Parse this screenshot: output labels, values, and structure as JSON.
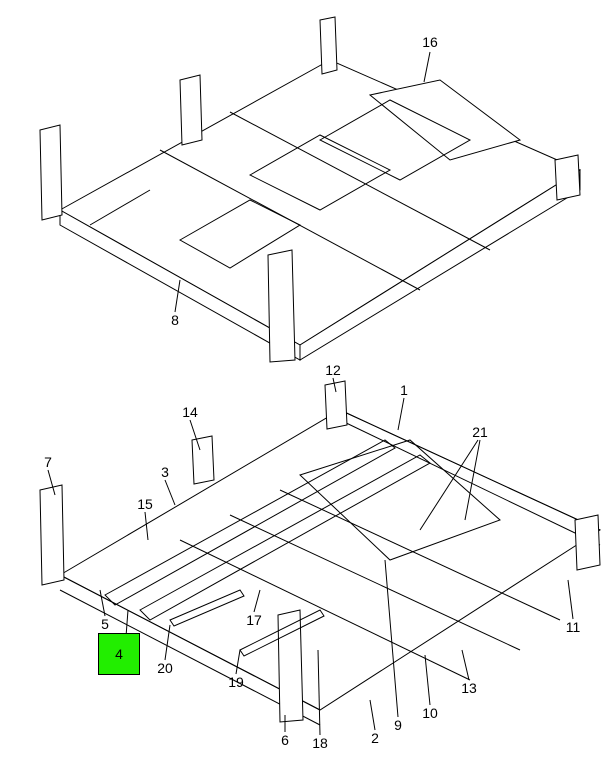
{
  "highlight_color": "#22ee00",
  "callouts": {
    "c16": "16",
    "c8": "8",
    "c12": "12",
    "c1": "1",
    "c14": "14",
    "c21": "21",
    "c7": "7",
    "c3": "3",
    "c15": "15",
    "c5": "5",
    "c4": "4",
    "c17": "17",
    "c20": "20",
    "c19": "19",
    "c6": "6",
    "c18": "18",
    "c2": "2",
    "c9": "9",
    "c10": "10",
    "c13": "13",
    "c11": "11"
  }
}
